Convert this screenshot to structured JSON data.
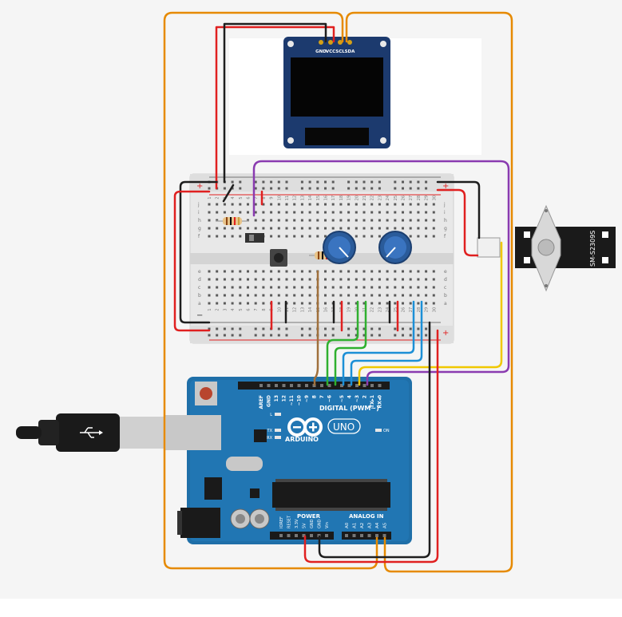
{
  "oled": {
    "pins": [
      "GND",
      "VCC",
      "SCL",
      "SDA"
    ]
  },
  "breadboard": {
    "row_letters_top": [
      "j",
      "i",
      "h",
      "g",
      "f"
    ],
    "row_letters_bottom": [
      "e",
      "d",
      "c",
      "b",
      "a"
    ],
    "col_numbers": [
      "1",
      "2",
      "3",
      "4",
      "5",
      "6",
      "7",
      "8",
      "9",
      "10",
      "11",
      "12",
      "13",
      "14",
      "15",
      "16",
      "17",
      "18",
      "19",
      "20",
      "21",
      "22",
      "23",
      "24",
      "25",
      "26",
      "27",
      "28",
      "29",
      "30"
    ],
    "rail_plus": "+",
    "rail_minus": "−"
  },
  "servo": {
    "model": "SM-S2309S"
  },
  "arduino": {
    "brand": "ARDUINO",
    "model": "UNO",
    "digital_header": "DIGITAL (PWM~)",
    "digital_pins": [
      "AREF",
      "GND",
      "13",
      "12",
      "~11",
      "~10",
      "~9",
      "8",
      "7",
      "~6",
      "~5",
      "4",
      "~3",
      "2",
      "TX▸1",
      "RX◂0"
    ],
    "power_header": "POWER",
    "power_pins": [
      "IOREF",
      "RESET",
      "3.3V",
      "5V",
      "GND",
      "GND",
      "Vin"
    ],
    "analog_header": "ANALOG IN",
    "analog_pins": [
      "A0",
      "A1",
      "A2",
      "A3",
      "A4",
      "A5"
    ],
    "led_labels": [
      "L",
      "TX",
      "RX",
      "ON"
    ]
  },
  "wire_colors": {
    "orange": "#e68a00",
    "red": "#e02020",
    "black": "#1e1e1e",
    "purple": "#8a3bb0",
    "green": "#2fb02f",
    "blue": "#1c8fd6",
    "yellow": "#f0c800",
    "brown": "#a0703c"
  },
  "icons": [
    "usb-cable-icon",
    "infinity-logo-icon"
  ]
}
